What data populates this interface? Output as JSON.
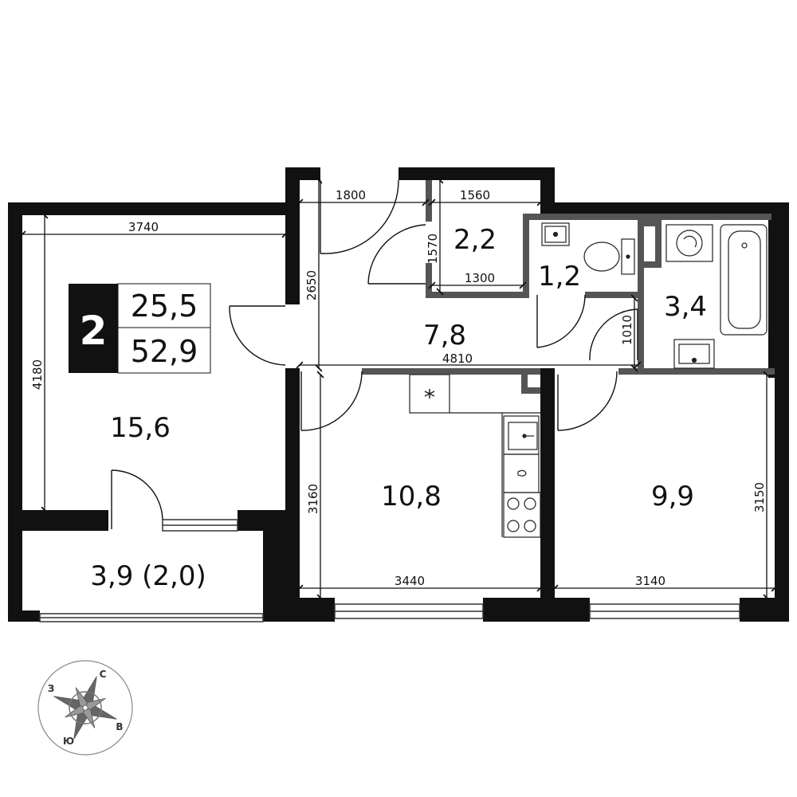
{
  "apartment": {
    "rooms_count": "2",
    "living_area": "25,5",
    "total_area": "52,9"
  },
  "rooms": {
    "living_room": "15,6",
    "balcony": "3,9 (2,0)",
    "hallway": "7,8",
    "closet": "2,2",
    "toilet": "1,2",
    "bathroom": "3,4",
    "kitchen": "10,8",
    "bedroom": "9,9"
  },
  "dimensions": {
    "d3740": "3740",
    "d4180": "4180",
    "d1800": "1800",
    "d1560": "1560",
    "d1570": "1570",
    "d1300": "1300",
    "d2650": "2650",
    "d4810": "4810",
    "d1010": "1010",
    "d3160": "3160",
    "d3440": "3440",
    "d3150": "3150",
    "d3140": "3140"
  },
  "compass": {
    "north": "С",
    "west": "З",
    "east": "В",
    "south": "Ю"
  },
  "colors": {
    "wall": "#111111",
    "partition": "#555555",
    "line": "#111111"
  },
  "icons": {
    "stove": "stove-icon",
    "sink": "sink-icon",
    "toilet": "toilet-icon",
    "bathtub": "bathtub-icon",
    "washer": "washing-machine-icon",
    "vent": "ventilation-icon",
    "compass": "compass-rose-icon"
  }
}
